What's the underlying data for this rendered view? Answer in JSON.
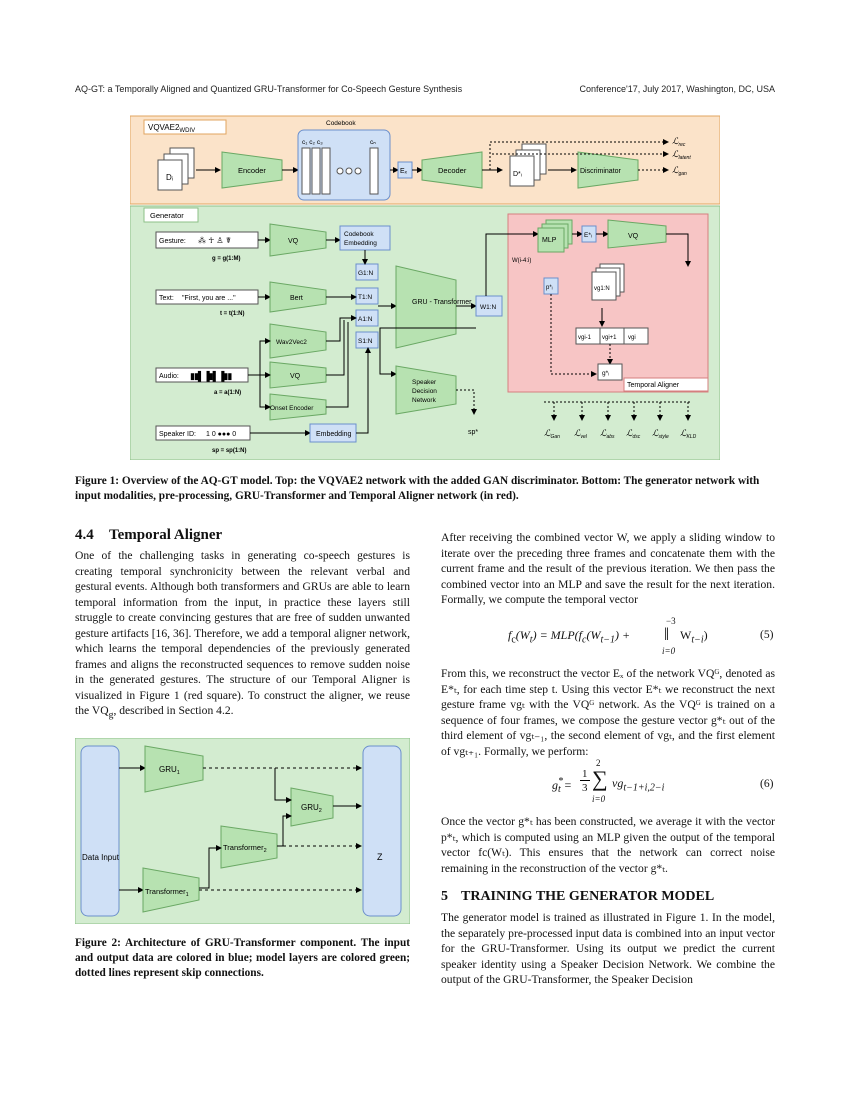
{
  "header": {
    "left": "AQ-GT: a Temporally Aligned and Quantized GRU-Transformer for Co-Speech Gesture Synthesis",
    "right": "Conference'17, July 2017, Washington, DC, USA"
  },
  "figure1": {
    "vq_label": "VQVAE2",
    "vq_label_sub": "WDIV",
    "codebook": "Codebook",
    "codes": "c₁ c₂ c₃",
    "code_n": "cₙ",
    "di": "Dᵢ",
    "encoder": "Encoder",
    "ex": "Eₓ",
    "decoder": "Decoder",
    "dstar": "D*ᵢ",
    "discriminator": "Discriminator",
    "loss_rec": "rec",
    "loss_latent": "latent",
    "loss_gan": "gan",
    "generator": "Generator",
    "gesture": "Gesture:",
    "g_eq": "g = g(1:M)",
    "vqg": "VQ",
    "codebook_emb": "Codebook Embedding",
    "text": "Text:",
    "text_quote": "\"First, you are ...\"",
    "t_eq": "t = t(1:N)",
    "bert": "Bert",
    "audio": "Audio:",
    "a_eq": "a = a(1:N)",
    "wav2vec": "Wav2Vec2",
    "vqa": "VQ",
    "onset": "Onset Encoder",
    "speaker_id": "Speaker ID:",
    "sp_eq": "sp = sp(1:N)",
    "embedding": "Embedding",
    "g1n": "G1:N",
    "t1n": "T1:N",
    "a1n": "A1:N",
    "s1n": "S1:N",
    "gru": "GRU - Transformer",
    "w1n": "W1:N",
    "sdn": "Speaker Decision Network",
    "spstar": "sp*",
    "mlp": "MLP",
    "w_range": "W(i-4:i)",
    "estar": "E*ᵢ",
    "pstar": "p*ᵢ",
    "vg1n": "vg1:N",
    "vgim1": "vgi-1",
    "vgip1": "vgi+1",
    "vgi": "vgi",
    "gstar": "g*ᵢ",
    "temporal_aligner": "Temporal Aligner",
    "losses_bottom": [
      "Gan",
      "vel",
      "abs",
      "dsc",
      "style",
      "KLD"
    ]
  },
  "caption1": "Figure 1: Overview of the AQ-GT model. Top: the VQVAE2 network with the added GAN discriminator. Bottom: The generator network with input modalities, pre-processing, GRU-Transformer and Temporal Aligner network (in red).",
  "sec44": {
    "num": "4.4",
    "title": "Temporal Aligner"
  },
  "para_left": "One of the challenging tasks in generating co-speech gestures is creating temporal synchronicity between the relevant verbal and gestural events. Although both transformers and GRUs are able to learn temporal information from the input, in practice these layers still struggle to create convincing gestures that are free of sudden unwanted gesture artifacts [16, 36]. Therefore, we add a temporal aligner network, which learns the temporal dependencies of the previously generated frames and aligns the reconstructed sequences to remove sudden noise in the generated gestures. The structure of our Temporal Aligner is visualized in Figure 1 (red square). To construct the aligner, we reuse the VQ",
  "para_left_tail": ", described in Section 4.2.",
  "figure2": {
    "data_input": "Data Input",
    "gru1": "GRU",
    "gru2": "GRU",
    "trans1": "Transformer",
    "trans2": "Transformer",
    "z": "Z"
  },
  "caption2": "Figure 2: Architecture of GRU-Transformer component. The input and output data are colored in blue; model layers are colored green; dotted lines represent skip connections.",
  "para_r1": "After receiving the combined vector W, we apply a sliding window to iterate over the preceding three frames and concatenate them with the current frame and the result of the previous iteration. We then pass the combined vector into an MLP and save the result for the next iteration. Formally, we compute the temporal vector",
  "eq5_num": "(5)",
  "para_r2": "From this, we reconstruct the vector Eₓ of the network VQᴳ, denoted as E*ₜ, for each time step t. Using this vector E*ₜ we reconstruct the next gesture frame vgₜ with the VQᴳ network. As the VQᴳ is trained on a sequence of four frames, we compose the gesture vector g*ₜ out of the third element of vgₜ₋₁, the second element of vgₜ, and the first element of vgₜ₊₁. Formally, we perform:",
  "eq6_num": "(6)",
  "para_r3": "Once the vector g*ₜ has been constructed, we average it with the vector p*ₜ, which is computed using an MLP given the output of the temporal vector fc(Wₜ). This ensures that the network can correct noise remaining in the reconstruction of the vector g*ₜ.",
  "sec5": {
    "num": "5",
    "title": "TRAINING THE GENERATOR MODEL"
  },
  "para_r4": "The generator model is trained as illustrated in Figure 1. In the model, the separately pre-processed input data is combined into an input vector for the GRU-Transformer. Using its output we predict the current speaker identity using a Speaker Decision Network. We combine the output of the GRU-Transformer, the Speaker Decision"
}
